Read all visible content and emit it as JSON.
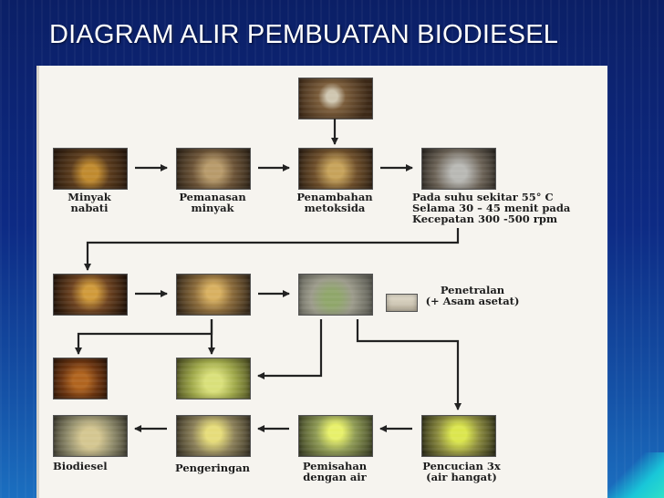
{
  "slide": {
    "title": "DIAGRAM ALIR PEMBUATAN BIODIESEL"
  },
  "steps": {
    "s1": {
      "line1": "Minyak",
      "line2": "nabati"
    },
    "s2": {
      "line1": "Pemanasan",
      "line2": "minyak"
    },
    "s3": {
      "line1": "Penambahan",
      "line2": "metoksida"
    },
    "s4": {
      "line1": "Pada suhu sekitar  55° C",
      "line2": "Selama 30 – 45 menit pada",
      "line3": "Kecepatan 300 -500 rpm"
    },
    "s5": {
      "line1": "Penetralan",
      "line2": "(+ Asam asetat)"
    },
    "s6": {
      "line1": "Biodiesel"
    },
    "s7": {
      "line1": "Pengeringan"
    },
    "s8": {
      "line1": "Pemisahan",
      "line2": "dengan air"
    },
    "s9": {
      "line1": "Pencucian 3x",
      "line2": "(air hangat)"
    }
  },
  "colors": {
    "slide_bg": "#0d2a84",
    "panel_bg": "#f6f4ef",
    "arrow": "#222222",
    "title_text": "#ffffff",
    "label_text": "#1d1d1d"
  },
  "photo_subjects": [
    "methoxide-preparation-photo",
    "vegetable-oil-photo",
    "heating-oil-photo",
    "adding-methoxide-photo",
    "stirring-photo",
    "settling-funnel-photo",
    "separation-funnel-photo",
    "neutralization-photo",
    "acetic-acid-dish-photo",
    "glycerol-jar-photo",
    "biodiesel-beaker-photo",
    "biodiesel-bottle-photo",
    "drying-photo",
    "water-separation-photo",
    "washing-photo"
  ]
}
